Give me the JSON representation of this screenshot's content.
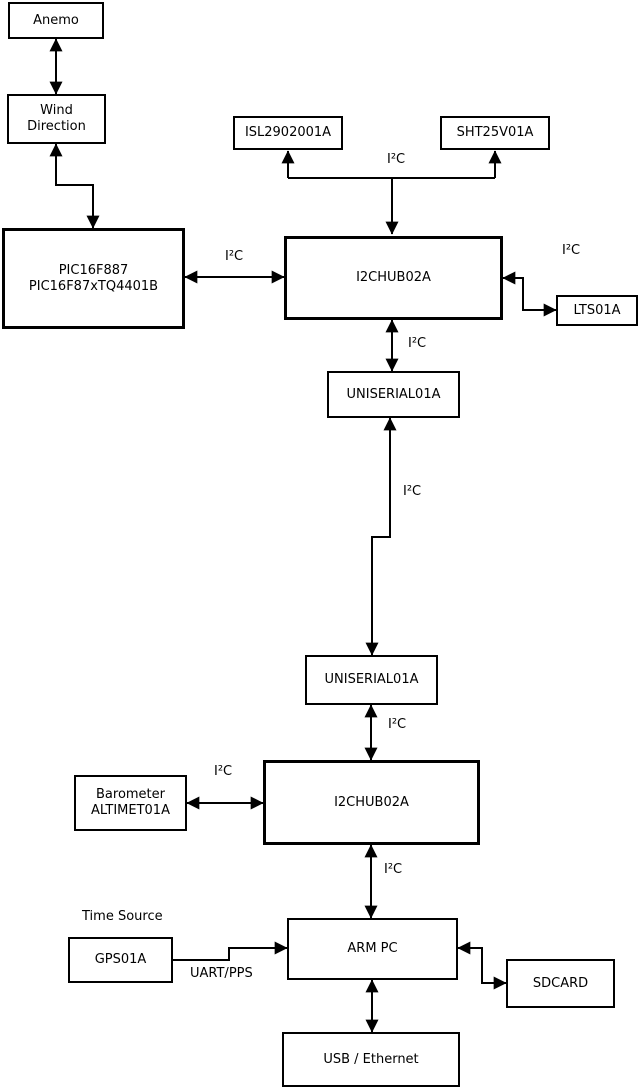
{
  "diagram": {
    "title_hint": "weather-station hardware block diagram",
    "colors": {
      "line": "#000000",
      "box_fill": "#ffffff",
      "background": "#ffffff",
      "text": "#000000"
    },
    "boxes": {
      "anemo": {
        "label": "Anemo"
      },
      "wind_direction": {
        "line1": "Wind",
        "line2": "Direction"
      },
      "pic": {
        "line1": "PIC16F887",
        "line2": "PIC16F87xTQ4401B"
      },
      "isl": {
        "label": "ISL2902001A"
      },
      "sht": {
        "label": "SHT25V01A"
      },
      "i2c_hub_top": {
        "label": "I2CHUB02A"
      },
      "lts": {
        "label": "LTS01A"
      },
      "uniserial_top": {
        "label": "UNISERIAL01A"
      },
      "uniserial_bottom": {
        "label": "UNISERIAL01A"
      },
      "i2c_hub_bottom": {
        "label": "I2CHUB02A"
      },
      "barometer": {
        "line1": "Barometer",
        "line2": "ALTIMET01A"
      },
      "arm_pc": {
        "label": "ARM PC"
      },
      "gps": {
        "label": "GPS01A"
      },
      "sdcard": {
        "label": "SDCARD"
      },
      "usb_ethernet": {
        "label": "USB / Ethernet"
      }
    },
    "edge_labels": {
      "i2c_pic_hub": "I²C",
      "i2c_sensor_bus": "I²C",
      "i2c_lts": "I²C",
      "i2c_hub_uniserial": "I²C",
      "i2c_uniserial_link": "I²C",
      "i2c_uniserial_hub2": "I²C",
      "i2c_barometer": "I²C",
      "i2c_hub2_armpc": "I²C",
      "time_source": "Time Source",
      "uart_pps": "UART/PPS"
    }
  }
}
